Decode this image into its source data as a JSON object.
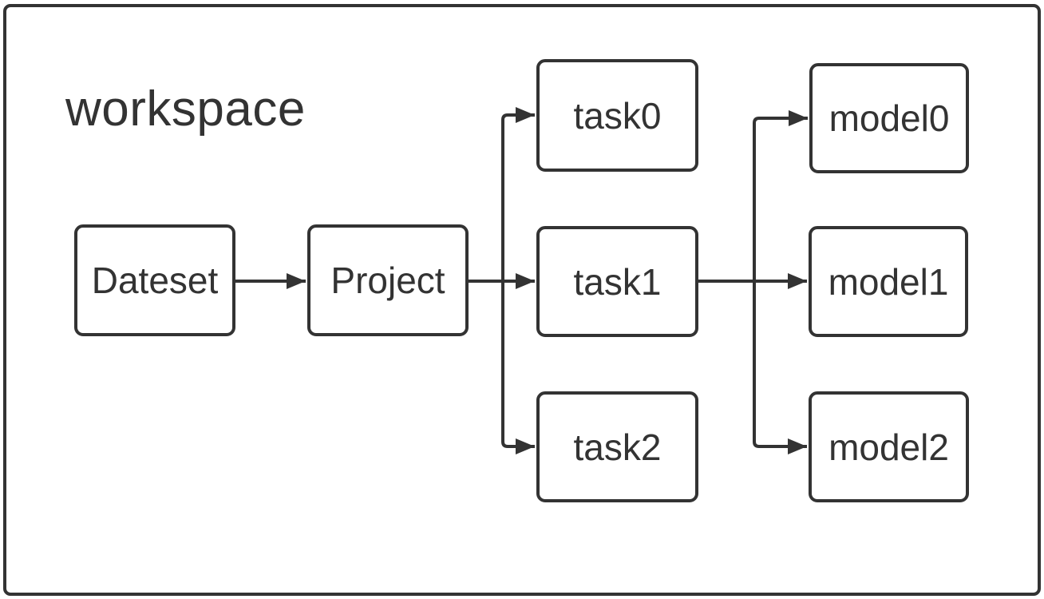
{
  "workspace": {
    "label": "workspace"
  },
  "colors": {
    "stroke": "#333333",
    "text": "#333333",
    "box_fill": "#ffffff",
    "background": "#ffffff"
  },
  "nodes": [
    {
      "id": "dateset",
      "label": "Dateset"
    },
    {
      "id": "project",
      "label": "Project"
    },
    {
      "id": "task0",
      "label": "task0"
    },
    {
      "id": "task1",
      "label": "task1"
    },
    {
      "id": "task2",
      "label": "task2"
    },
    {
      "id": "model0",
      "label": "model0"
    },
    {
      "id": "model1",
      "label": "model1"
    },
    {
      "id": "model2",
      "label": "model2"
    }
  ],
  "edges": [
    {
      "from": "Dateset",
      "to": "Project"
    },
    {
      "from": "Project",
      "to": "task0"
    },
    {
      "from": "Project",
      "to": "task1"
    },
    {
      "from": "Project",
      "to": "task2"
    },
    {
      "from": "task1",
      "to": "model0"
    },
    {
      "from": "task1",
      "to": "model1"
    },
    {
      "from": "task1",
      "to": "model2"
    }
  ]
}
